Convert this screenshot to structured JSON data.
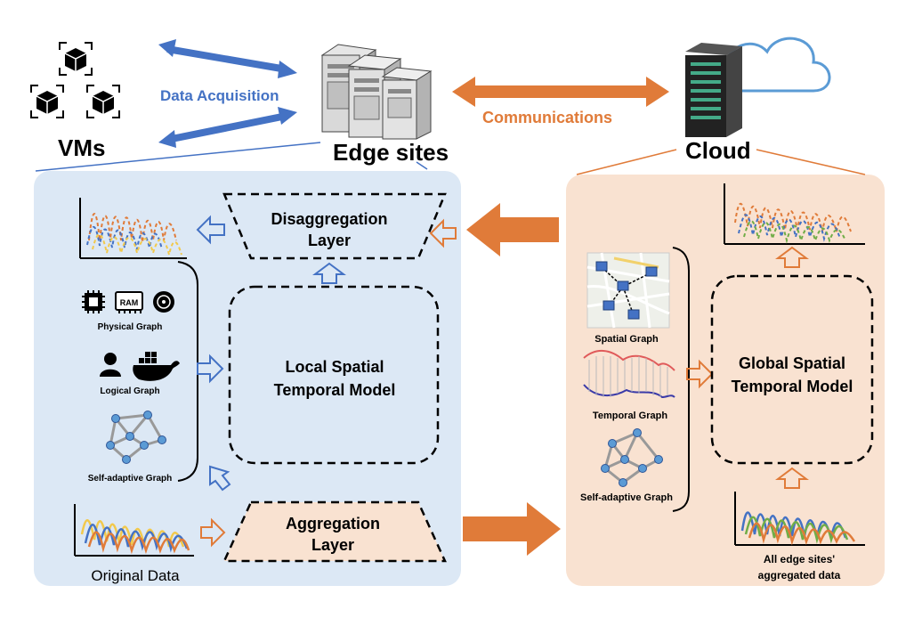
{
  "top": {
    "vms_label": "VMs",
    "data_acquisition": "Data Acquisition",
    "edge_sites": "Edge sites",
    "communications": "Communications",
    "cloud": "Cloud"
  },
  "edge": {
    "disaggregation_line1": "Disaggregation",
    "disaggregation_line2": "Layer",
    "local_model_line1": "Local  Spatial",
    "local_model_line2": "Temporal Model",
    "aggregation_line1": "Aggregation",
    "aggregation_line2": "Layer",
    "physical_graph": "Physical Graph",
    "ram_label": "RAM",
    "logical_graph": "Logical Graph",
    "self_adaptive_graph": "Self-adaptive Graph",
    "original_data": "Original Data"
  },
  "cloud_panel": {
    "spatial_graph": "Spatial Graph",
    "temporal_graph": "Temporal Graph",
    "self_adaptive_graph": "Self-adaptive Graph",
    "global_model_line1": "Global Spatial",
    "global_model_line2": "Temporal Model",
    "aggregated_line1": "All edge sites'",
    "aggregated_line2": "aggregated data"
  },
  "colors": {
    "edge_panel": "#dce8f5",
    "cloud_panel": "#f9e2d1",
    "blue_arrow": "#4472c4",
    "orange_arrow": "#e07b39",
    "blue_text": "#4472c4",
    "orange_text": "#e07b39"
  }
}
